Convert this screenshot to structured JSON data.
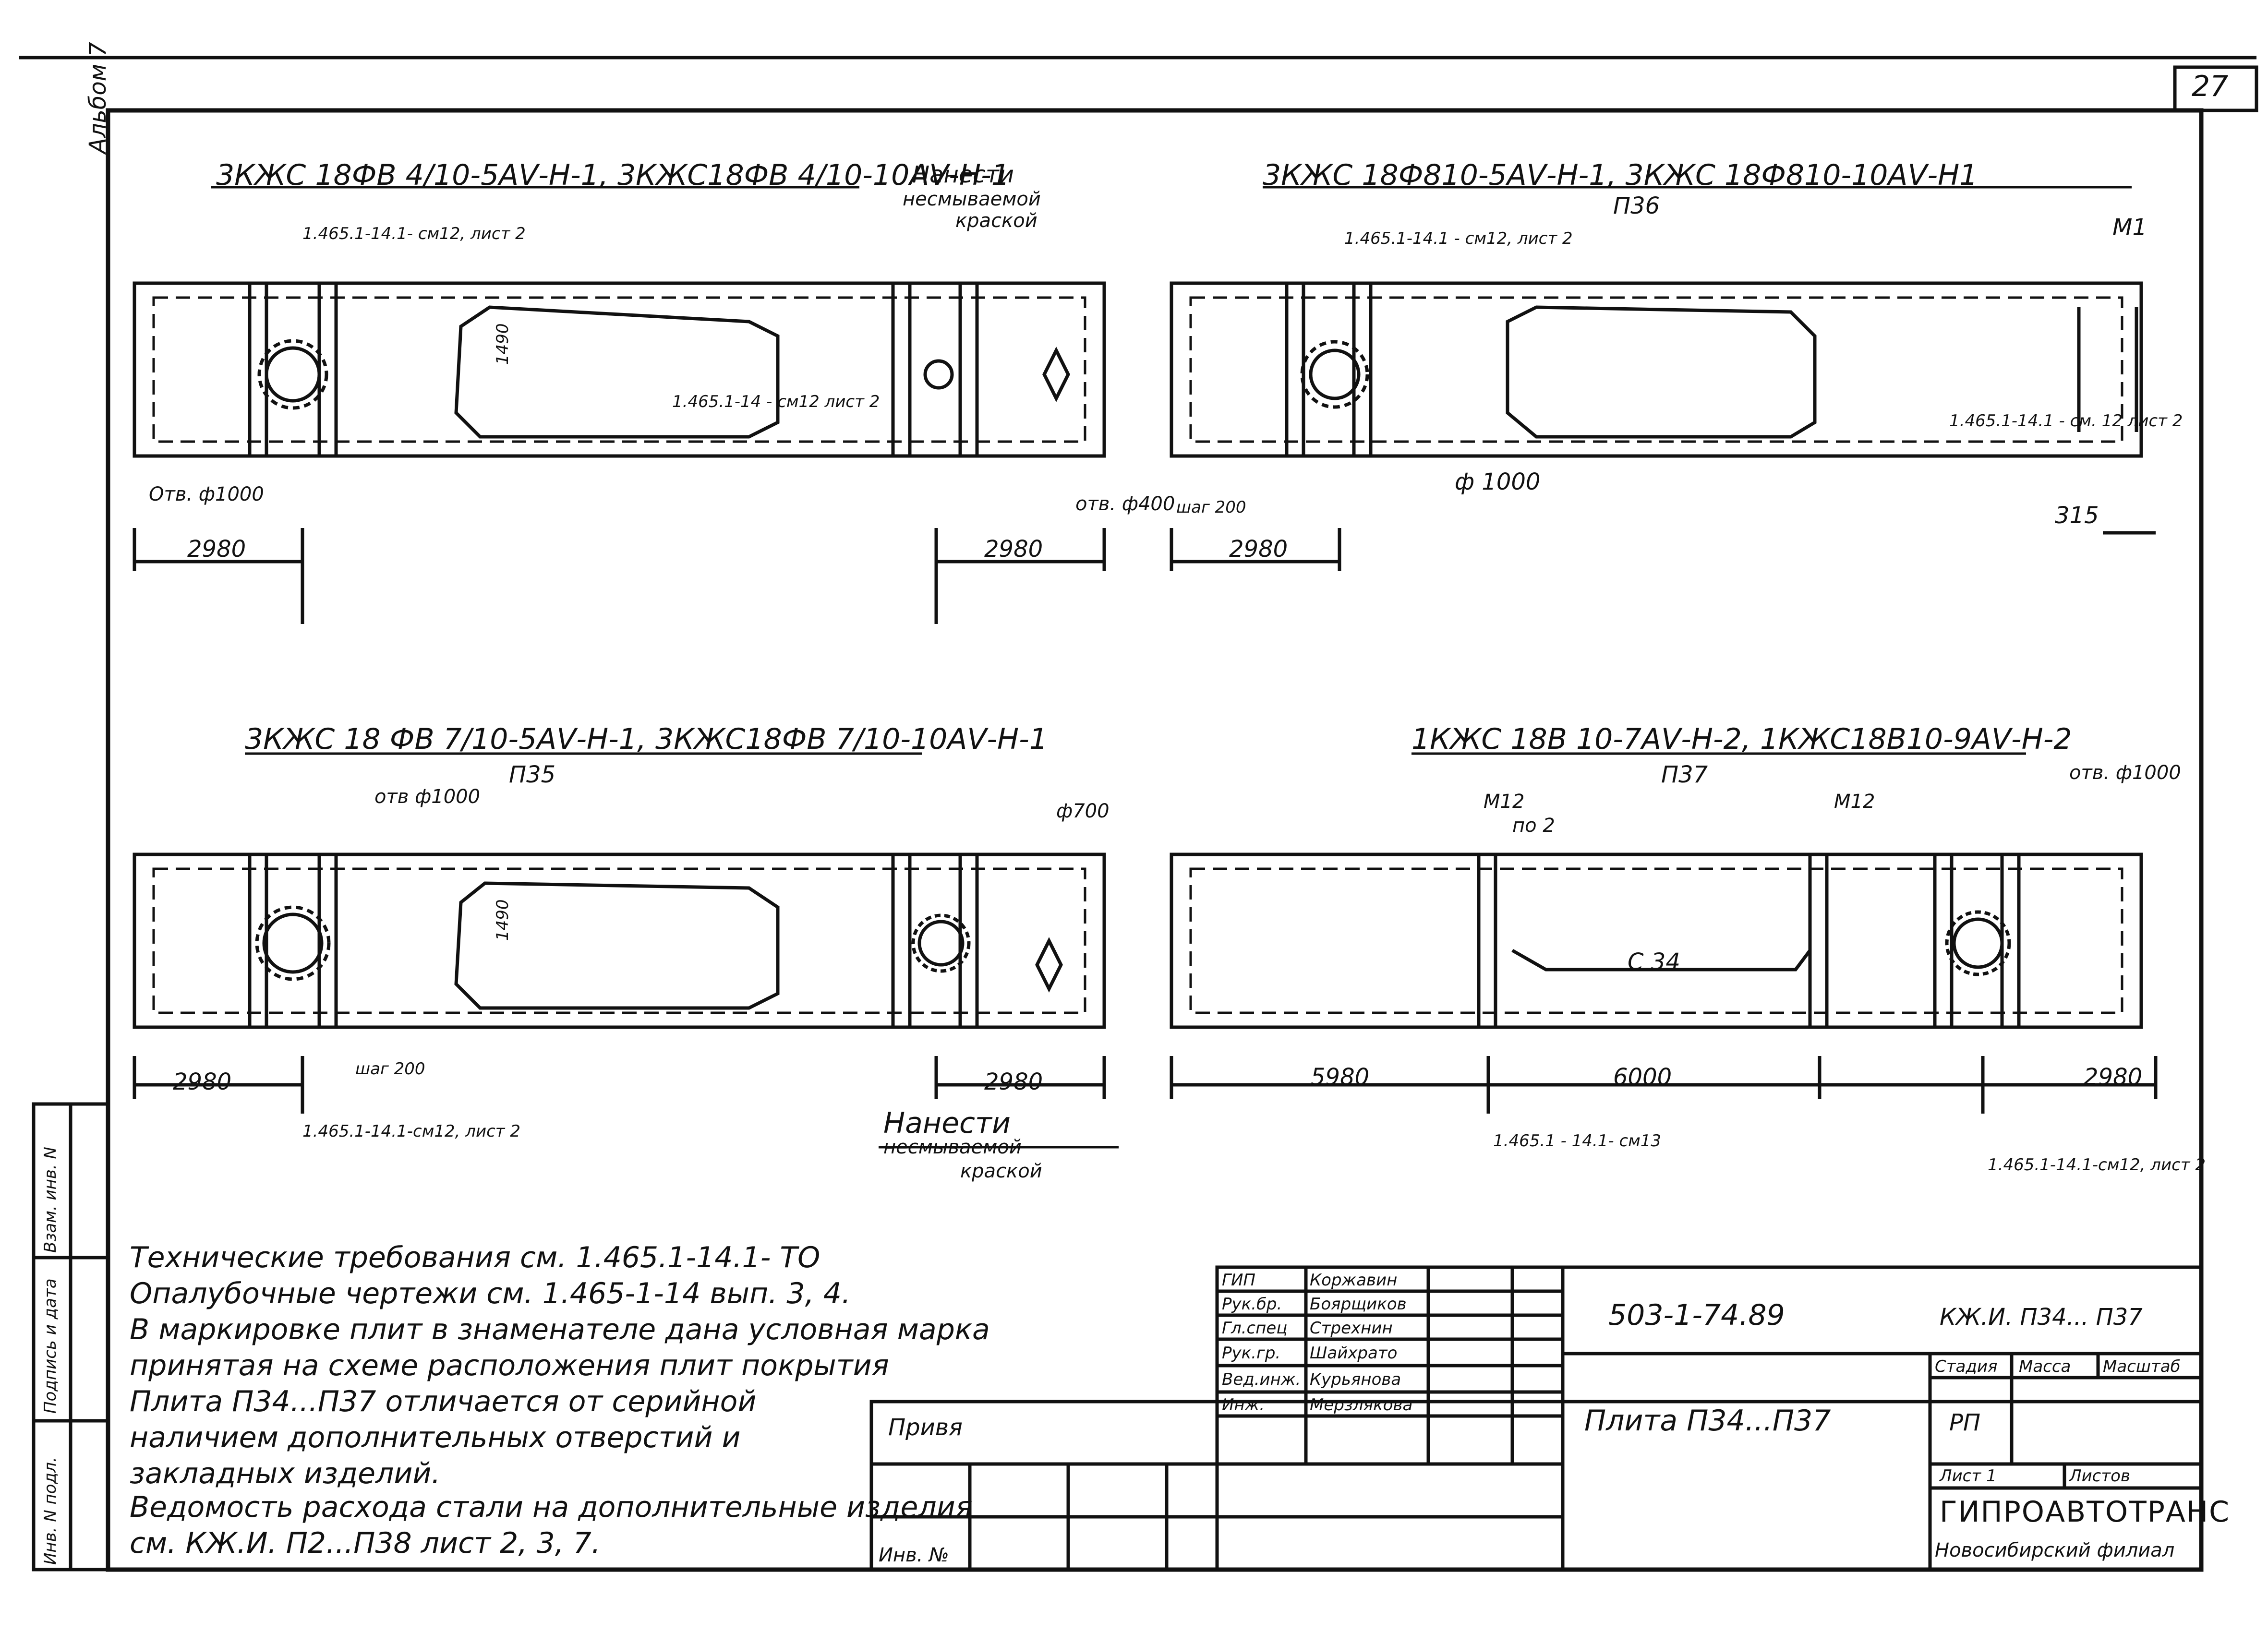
{
  "sheet_number": "27",
  "album_label": "Альбом 7",
  "plates": {
    "p34": {
      "title": "3КЖС 18ФВ 4/10-5АⅤ-Н-1, 3КЖС18ФВ 4/10-10АⅤ-Н-1",
      "ref_note": "1.465.1-14.1- см12, лист 2",
      "paint_note": [
        "Нанести",
        "несмываемой",
        "краской"
      ],
      "hole_note_left": "Отв. ф1000",
      "hole_note_right": "отв. ф400",
      "side_ref": "1.465.1-14 - см12 лист 2",
      "dim_left": "2980",
      "dim_right": "2980",
      "inner_dim": "1490"
    },
    "p36": {
      "title": "3КЖС 18Ф810-5АⅤ-Н-1, 3КЖС 18Ф810-10АⅤ-Н1",
      "subtitle": "П36",
      "ref_note": "1.465.1-14.1 - см12, лист 2",
      "hole_note": "ф 1000",
      "step_note": "шаг 200",
      "m_label": "М1",
      "side_ref": "1.465.1-14.1 - см. 12 лист 2",
      "dim_left": "2980",
      "dim_right": "315"
    },
    "p35": {
      "title": "3КЖС 18 ФВ 7/10-5АⅤ-Н-1, 3КЖС18ФВ 7/10-10АⅤ-Н-1",
      "subtitle": "П35",
      "hole_note": "отв ф1000",
      "hole_note_right": "ф700",
      "step_note": "шаг 200",
      "ref_note": "1.465.1-14.1-см12, лист 2",
      "paint_note": [
        "Нанести",
        "несмываемой",
        "краской"
      ],
      "dim_left": "2980",
      "dim_right": "2980",
      "inner_dim": "1490"
    },
    "p37": {
      "title": "1КЖС 18В 10-7АⅤ-Н-2, 1КЖС18В10-9АⅤ-Н-2",
      "subtitle": "П37",
      "m_label_left": "М12",
      "m_label_right": "М12",
      "step_label": "по 2",
      "c_label": "С 34",
      "hole_note": "отв. ф1000",
      "ref_note_left": "1.465.1 - 14.1- см13",
      "ref_note_right": "1.465.1-14.1-см12, лист 2",
      "dim_a": "5980",
      "dim_b": "6000",
      "dim_c": "2980"
    }
  },
  "notes": [
    "Технические требования см. 1.465.1-14.1- ТО",
    "Опалубочные чертежи см. 1.465-1-14 вып. 3, 4.",
    "В маркировке плит в знаменателе дана условная марка",
    "принятая на схеме расположения плит покрытия",
    "Плита П34...П37 отличается от серийной",
    "наличием дополнительных отверстий и",
    "закладных изделий.",
    "Ведомость расхода стали на дополнительные изделия",
    "см. КЖ.И. П2...П38 лист 2, 3, 7."
  ],
  "left_strip": [
    "Инв. N подл.",
    "Подпись и дата",
    "Взам. инв. N"
  ],
  "stamp": {
    "roles": [
      "ГИП",
      "Рук.бр.",
      "Гл.спец",
      "Рук.гр.",
      "Вед.инж.",
      "Инж."
    ],
    "names": [
      "Коржавин",
      "Боярщиков",
      "Стрехнин",
      "Шайхрато",
      "Курьянова",
      "Мерзлякова"
    ],
    "doc_code": "503-1-74.89",
    "doc_mark": "КЖ.И. П34... П37",
    "title": "Плита П34...П37",
    "stage_header": "Стадия",
    "mass_header": "Масса",
    "scale_header": "Масштаб",
    "stage": "РП",
    "sheet_label": "Лист 1",
    "sheets_label": "Листов",
    "org": "ГИПРОАВТОТРАНС",
    "branch": "Новосибирский филиал",
    "privyaz": "Привя",
    "inv_label": "Инв. №"
  }
}
